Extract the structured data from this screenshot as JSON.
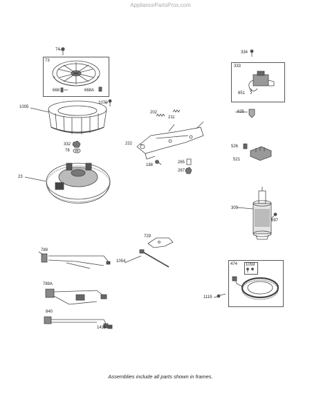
{
  "watermark": "AppliancePartsPros.com",
  "footer_note": "Assemblies include all parts shown in frames.",
  "parts": {
    "p74": "74",
    "p73": "73",
    "p668": "668",
    "p668A": "668A",
    "p1070": "1070",
    "p1005": "1005",
    "p332": "332",
    "p78": "78",
    "p23": "23",
    "p334": "334",
    "p333": "333",
    "p851": "851",
    "p635": "635",
    "p202": "202",
    "p211": "211",
    "p222": "222",
    "p188": "188",
    "p265": "265",
    "p267": "267",
    "p526": "526",
    "p521": "521",
    "p309": "309",
    "p697": "697",
    "p729": "729",
    "p1054": "1054",
    "p789": "789",
    "p789A": "789A",
    "p840": "840",
    "p1439": "1439",
    "p474": "474",
    "p1059": "1059",
    "p1119": "1119"
  }
}
